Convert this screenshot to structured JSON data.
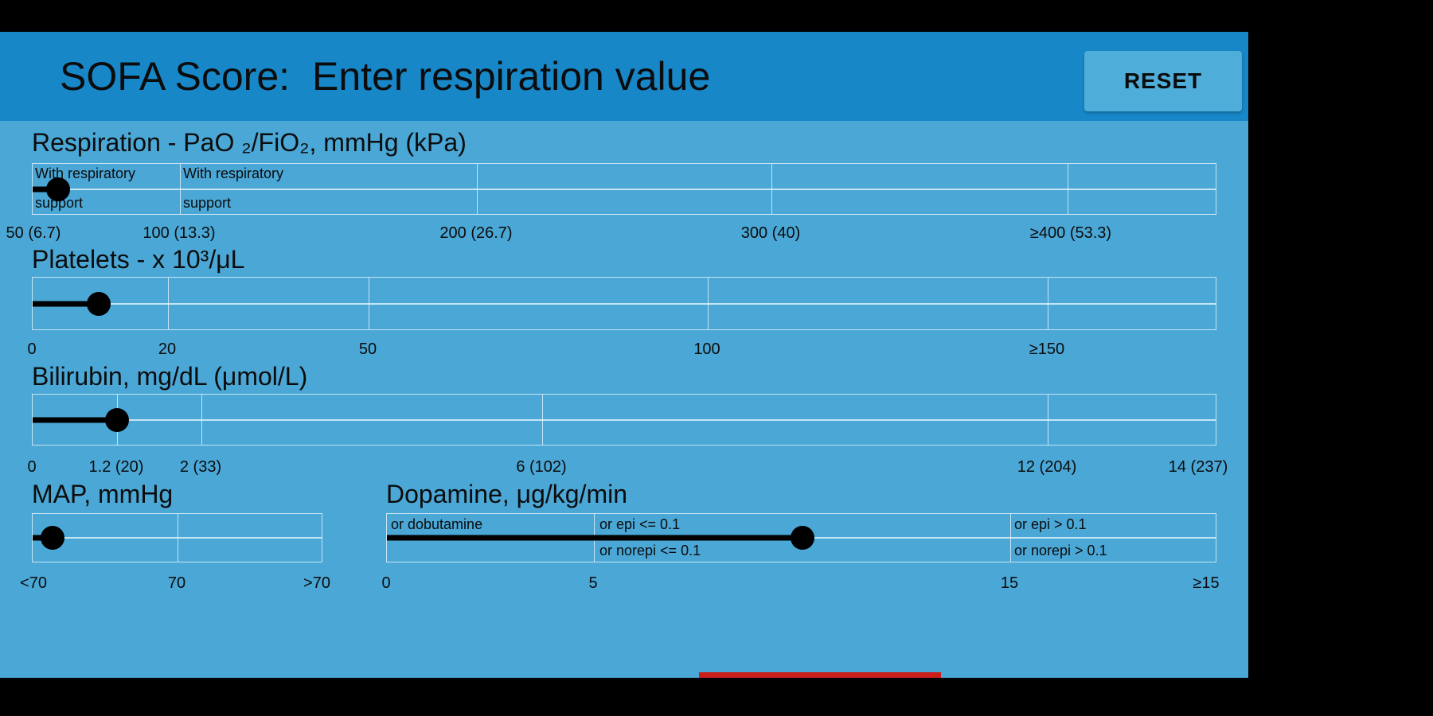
{
  "colors": {
    "header_blue": "#1787c8",
    "content_blue": "#4aa7d6",
    "reset_button_blue": "#4fadd9",
    "text_black": "#0c0c0c",
    "slider_black": "#000000",
    "red_bar": "#cb1f1b"
  },
  "header": {
    "title": "SOFA Score:",
    "status": "Enter respiration value",
    "reset_label": "RESET"
  },
  "respiration": {
    "title": "Respiration - PaO ₂/FiO₂, mmHg (kPa)",
    "support_label_1_line1": "With respiratory",
    "support_label_1_line2": "support",
    "support_label_2_line1": "With respiratory",
    "support_label_2_line2": "support",
    "ticks": [
      "50 (6.7)",
      "100 (13.3)",
      "200 (26.7)",
      "300 (40)",
      "≥400 (53.3)"
    ]
  },
  "platelets": {
    "title": "Platelets - x 10³/μL",
    "ticks": [
      "0",
      "20",
      "50",
      "100",
      "≥150"
    ]
  },
  "bilirubin": {
    "title": "Bilirubin, mg/dL (μmol/L)",
    "ticks": [
      "0",
      "1.2 (20)",
      "2 (33)",
      "6 (102)",
      "12 (204)",
      "14 (237)"
    ]
  },
  "map": {
    "title": "MAP, mmHg",
    "ticks": [
      "<70",
      "70",
      ">70"
    ]
  },
  "dopamine": {
    "title": "Dopamine, μg/kg/min",
    "seg1_line1": "or dobutamine",
    "seg2_line1": "or epi <= 0.1",
    "seg2_line2": "or norepi <= 0.1",
    "seg3_line1": "or epi > 0.1",
    "seg3_line2": "or norepi > 0.1",
    "ticks": [
      "0",
      "5",
      "15",
      "≥15"
    ]
  }
}
